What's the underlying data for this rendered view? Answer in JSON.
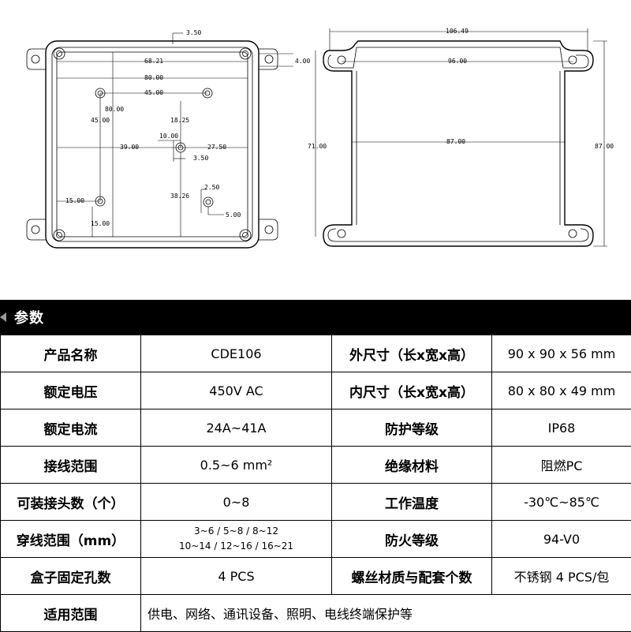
{
  "drawing": {
    "front": {
      "d_3_50_top": "3.50",
      "d_68_21": "68.21",
      "d_80_00_h": "80.00",
      "d_45_00_h": "45.00",
      "d_4_00": "4.00",
      "d_80_00_v": "80.00",
      "d_45_00_v": "45.00",
      "d_18_25": "18.25",
      "d_10_00": "10.00",
      "d_39_00": "39.00",
      "d_27_50": "27.50",
      "d_3_50_mid": "3.50",
      "d_2_50": "2.50",
      "d_38_26": "38.26",
      "d_15_00_h": "15.00",
      "d_5_00": "5.00",
      "d_15_00_v": "15.00"
    },
    "side": {
      "d_106_49": "106.49",
      "d_96_00": "96.00",
      "d_87_00_h": "87.00",
      "d_71_00": "71.00",
      "d_87_00_v": "87.00"
    }
  },
  "section": {
    "title": "参数"
  },
  "specs": {
    "r1": {
      "l1": "产品名称",
      "v1": "CDE106",
      "l2": "外尺寸（长x宽x高）",
      "v2": "90 x 90 x 56 mm"
    },
    "r2": {
      "l1": "额定电压",
      "v1": "450V AC",
      "l2": "内尺寸（长x宽x高）",
      "v2": "80 x 80 x 49 mm"
    },
    "r3": {
      "l1": "额定电流",
      "v1": "24A~41A",
      "l2": "防护等级",
      "v2": "IP68"
    },
    "r4": {
      "l1": "接线范围",
      "v1": "0.5~6 mm²",
      "l2": "绝缘材料",
      "v2": "阻燃PC"
    },
    "r5": {
      "l1": "可装接头数（个）",
      "v1": "0~8",
      "l2": "工作温度",
      "v2": "-30℃~85℃"
    },
    "r6": {
      "l1": "穿线范围（mm）",
      "v1a": "3~6 / 5~8 / 8~12",
      "v1b": "10~14 / 12~16 / 16~21",
      "l2": "防火等级",
      "v2": "94-V0"
    },
    "r7": {
      "l1": "盒子固定孔数",
      "v1": "4 PCS",
      "l2": "螺丝材质与配套个数",
      "v2": "不锈钢   4 PCS/包"
    },
    "r8": {
      "l1": "适用范围",
      "v1": "供电、网络、通讯设备、照明、电线终端保护等"
    }
  }
}
